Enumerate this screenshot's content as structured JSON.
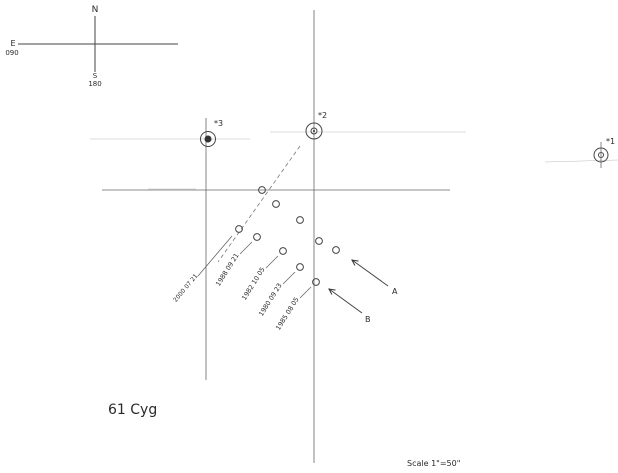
{
  "compass": {
    "north": "N",
    "east": "E",
    "east_deg": "090",
    "south": "S",
    "south_deg": "180"
  },
  "stars": {
    "star1": "*1",
    "star2": "*2",
    "star3": "*3"
  },
  "dates": [
    "2000 07 21",
    "1988 09 21",
    "1982 10 05",
    "1980 09 23",
    "1985 08 05"
  ],
  "arrows": {
    "a": "A",
    "b": "B"
  },
  "title": "61 Cyg",
  "scale": "Scale 1\"=50\""
}
